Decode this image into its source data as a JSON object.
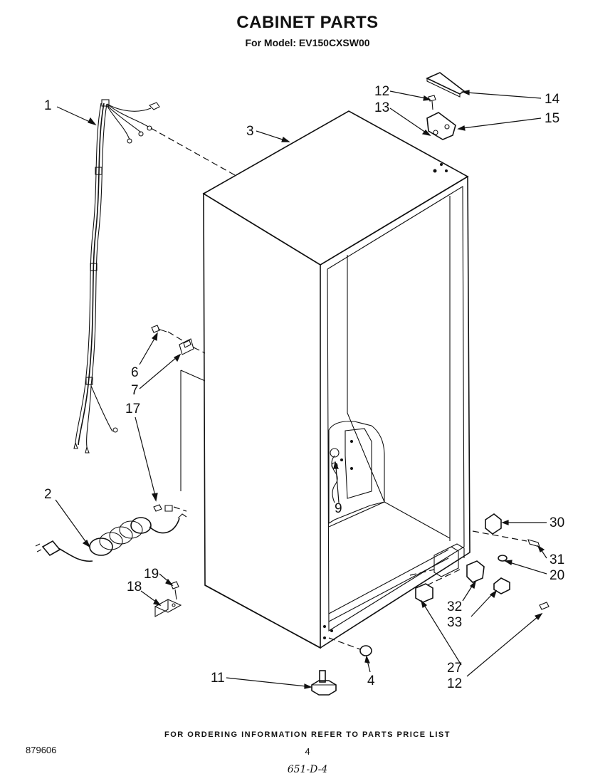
{
  "header": {
    "title": "CABINET PARTS",
    "subtitle": "For Model: EV150CXSW00"
  },
  "callouts": {
    "c1": "1",
    "c2": "2",
    "c3": "3",
    "c4": "4",
    "c6": "6",
    "c7": "7",
    "c9": "9",
    "c11": "11",
    "c12a": "12",
    "c12b": "12",
    "c13": "13",
    "c14": "14",
    "c15": "15",
    "c17": "17",
    "c18": "18",
    "c19": "19",
    "c20": "20",
    "c27": "27",
    "c30": "30",
    "c31": "31",
    "c32": "32",
    "c33": "33"
  },
  "footer": {
    "ordering_note": "FOR ORDERING INFORMATION REFER TO PARTS PRICE LIST",
    "doc_number": "879606",
    "page_number": "4",
    "handwritten_note": "651-D-4"
  }
}
